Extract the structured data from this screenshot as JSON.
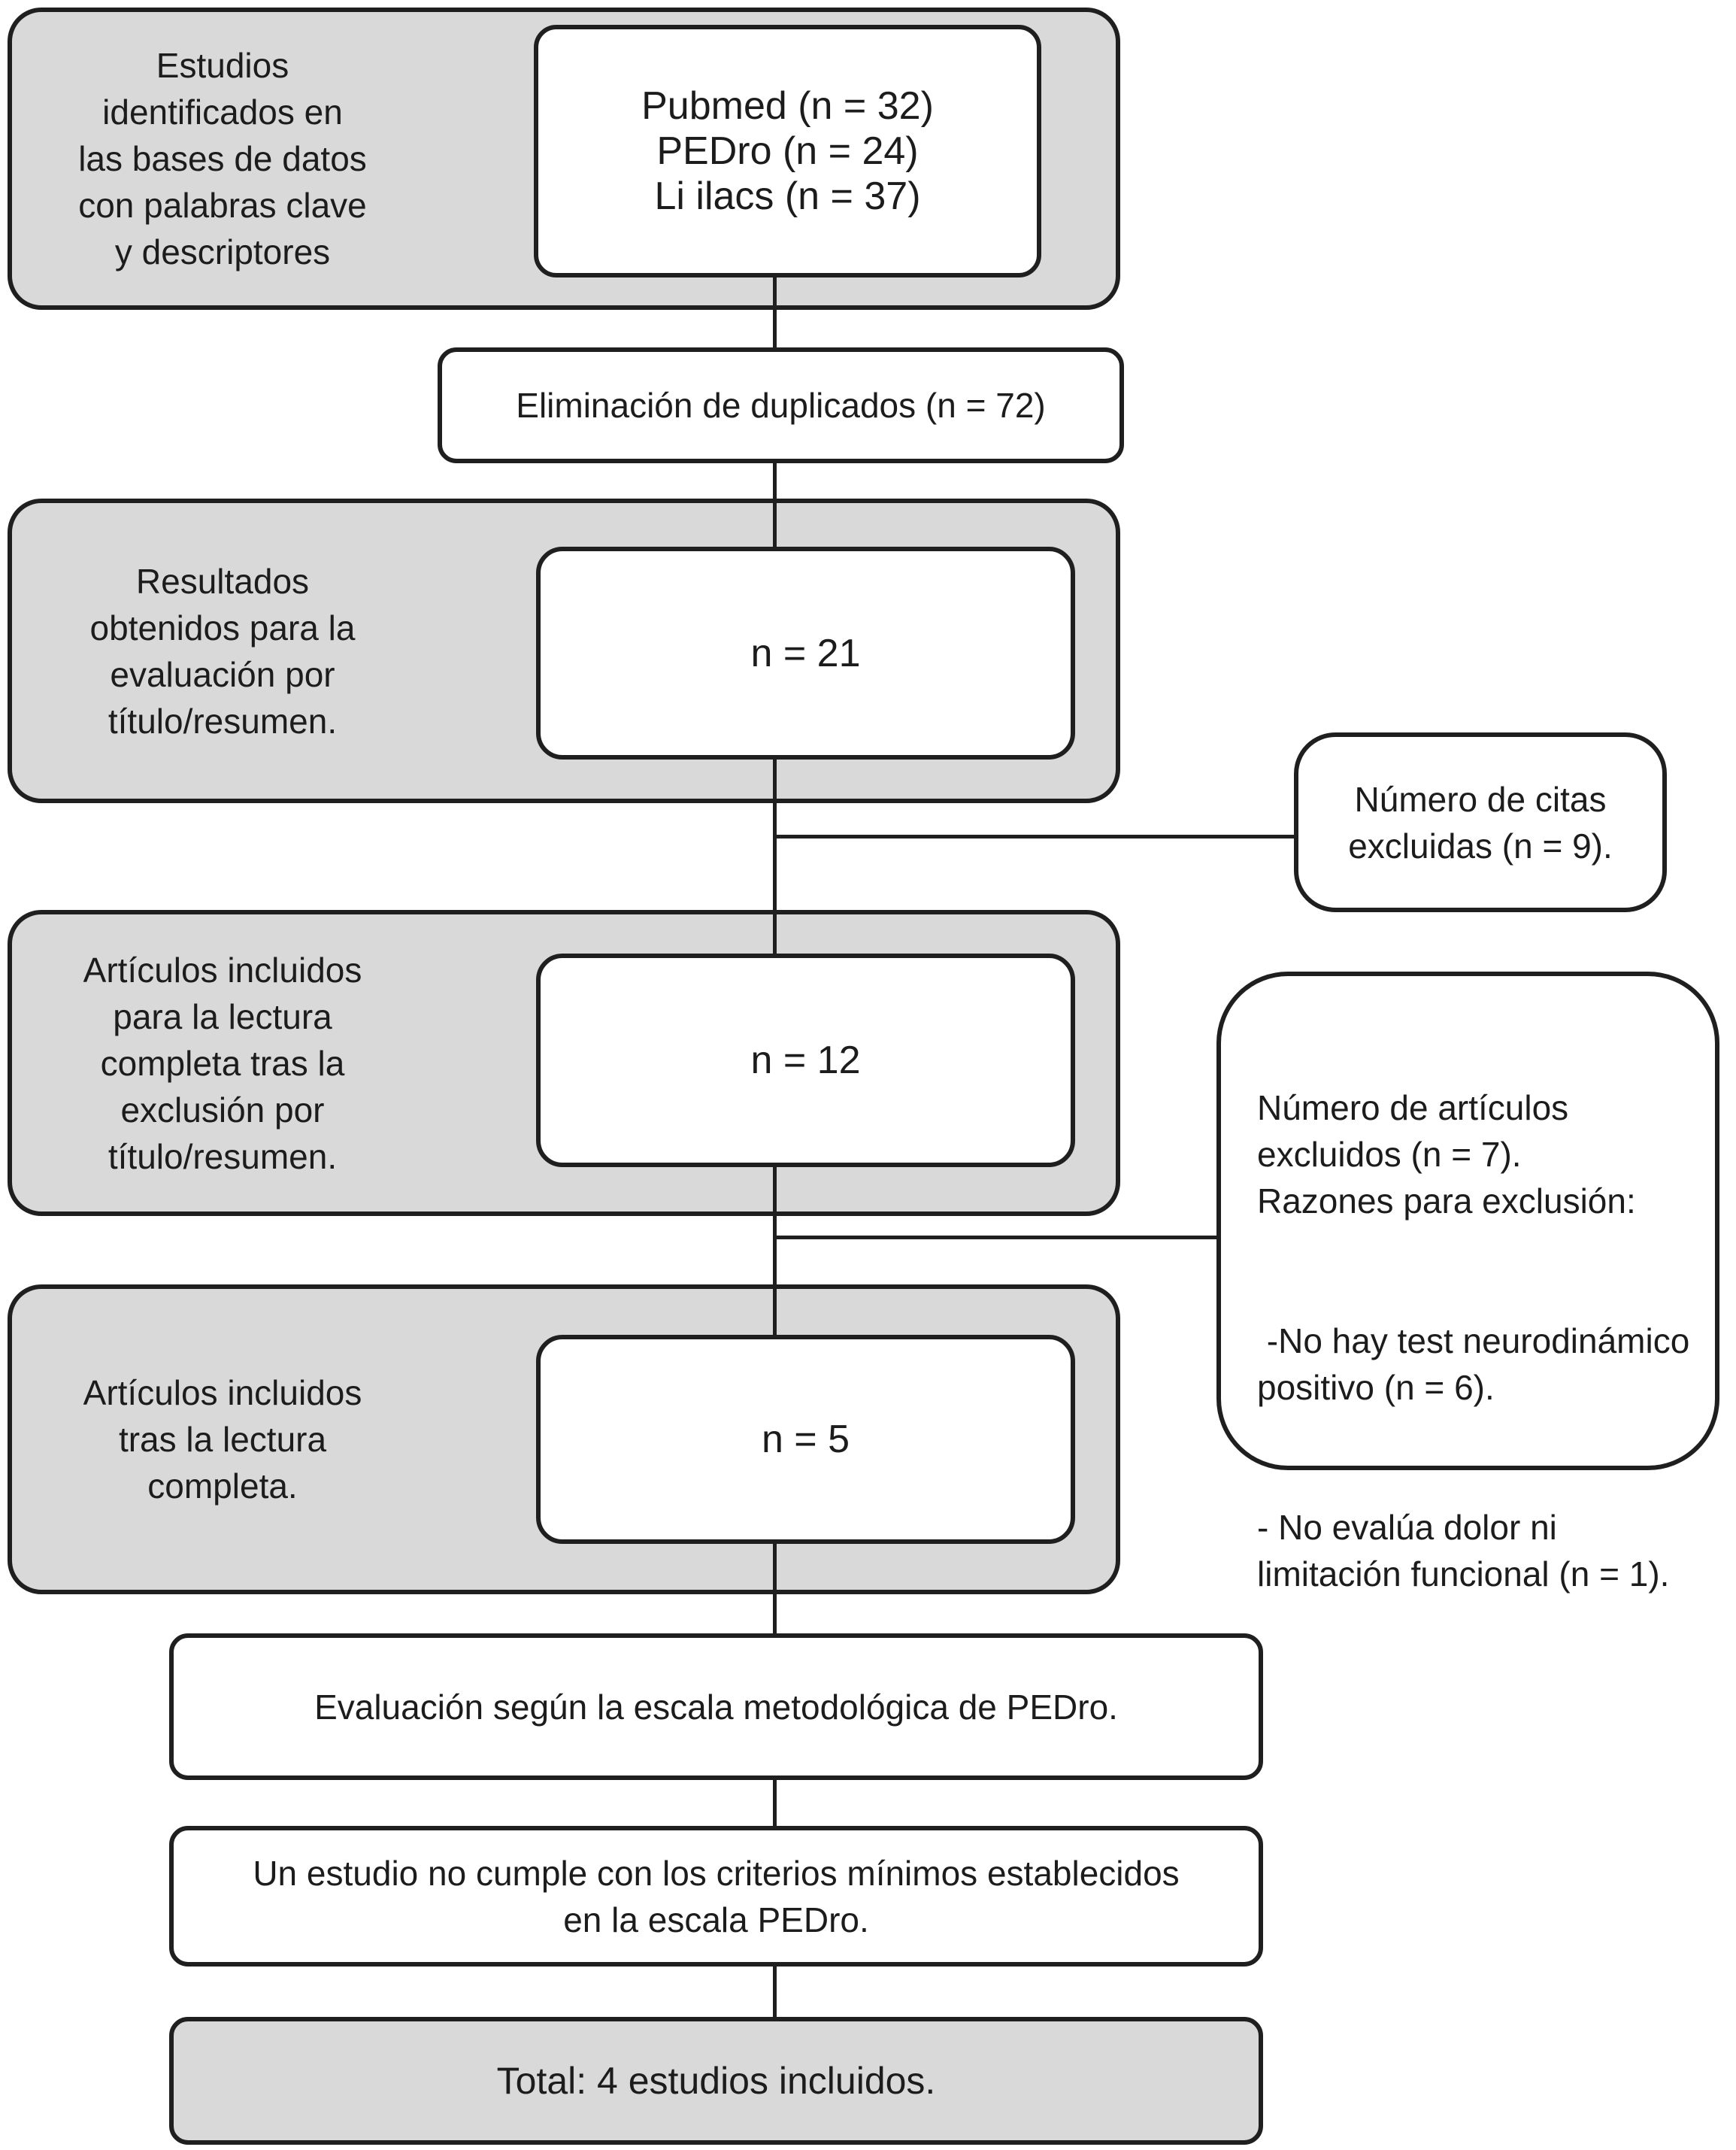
{
  "colors": {
    "background": "#ffffff",
    "box_fill_gray": "#d9d9d9",
    "box_fill_white": "#ffffff",
    "border": "#1f1f1f",
    "text": "#1c1c1c"
  },
  "nodes": {
    "identification": {
      "label": "Estudios\nidentificados en\nlas bases de datos\ncon palabras clave\ny descriptores",
      "sources": "Pubmed (n = 32)\nPEDro (n = 24)\nLi ilacs (n = 37)"
    },
    "duplicates": {
      "label": "Eliminación de duplicados (n = 72)"
    },
    "screening": {
      "label": "Resultados\nobtenidos para la\nevaluación por\ntítulo/resumen.",
      "count": "n = 21"
    },
    "excluded_citations": {
      "label": "Número de citas\nexcluidas (n = 9)."
    },
    "fulltext": {
      "label": "Artículos incluidos\npara la lectura\ncompleta tras la\nexclusión por\ntítulo/resumen.",
      "count": "n = 12"
    },
    "excluded_articles": {
      "paragraphs": [
        "Número de artículos\nexcluidos (n = 7).\nRazones para exclusión:",
        " -No hay test neurodinámico\npositivo (n = 6).",
        "- No evalúa dolor ni\nlimitación funcional (n = 1)."
      ]
    },
    "included": {
      "label": "Artículos incluidos\ntras la lectura\ncompleta.",
      "count": "n = 5"
    },
    "pedro_evaluation": {
      "label": "Evaluación según la escala metodológica de PEDro."
    },
    "pedro_minimum": {
      "label": "Un estudio no cumple con los criterios mínimos establecidos\nen la escala PEDro."
    },
    "total": {
      "label": "Total: 4 estudios incluidos."
    }
  }
}
